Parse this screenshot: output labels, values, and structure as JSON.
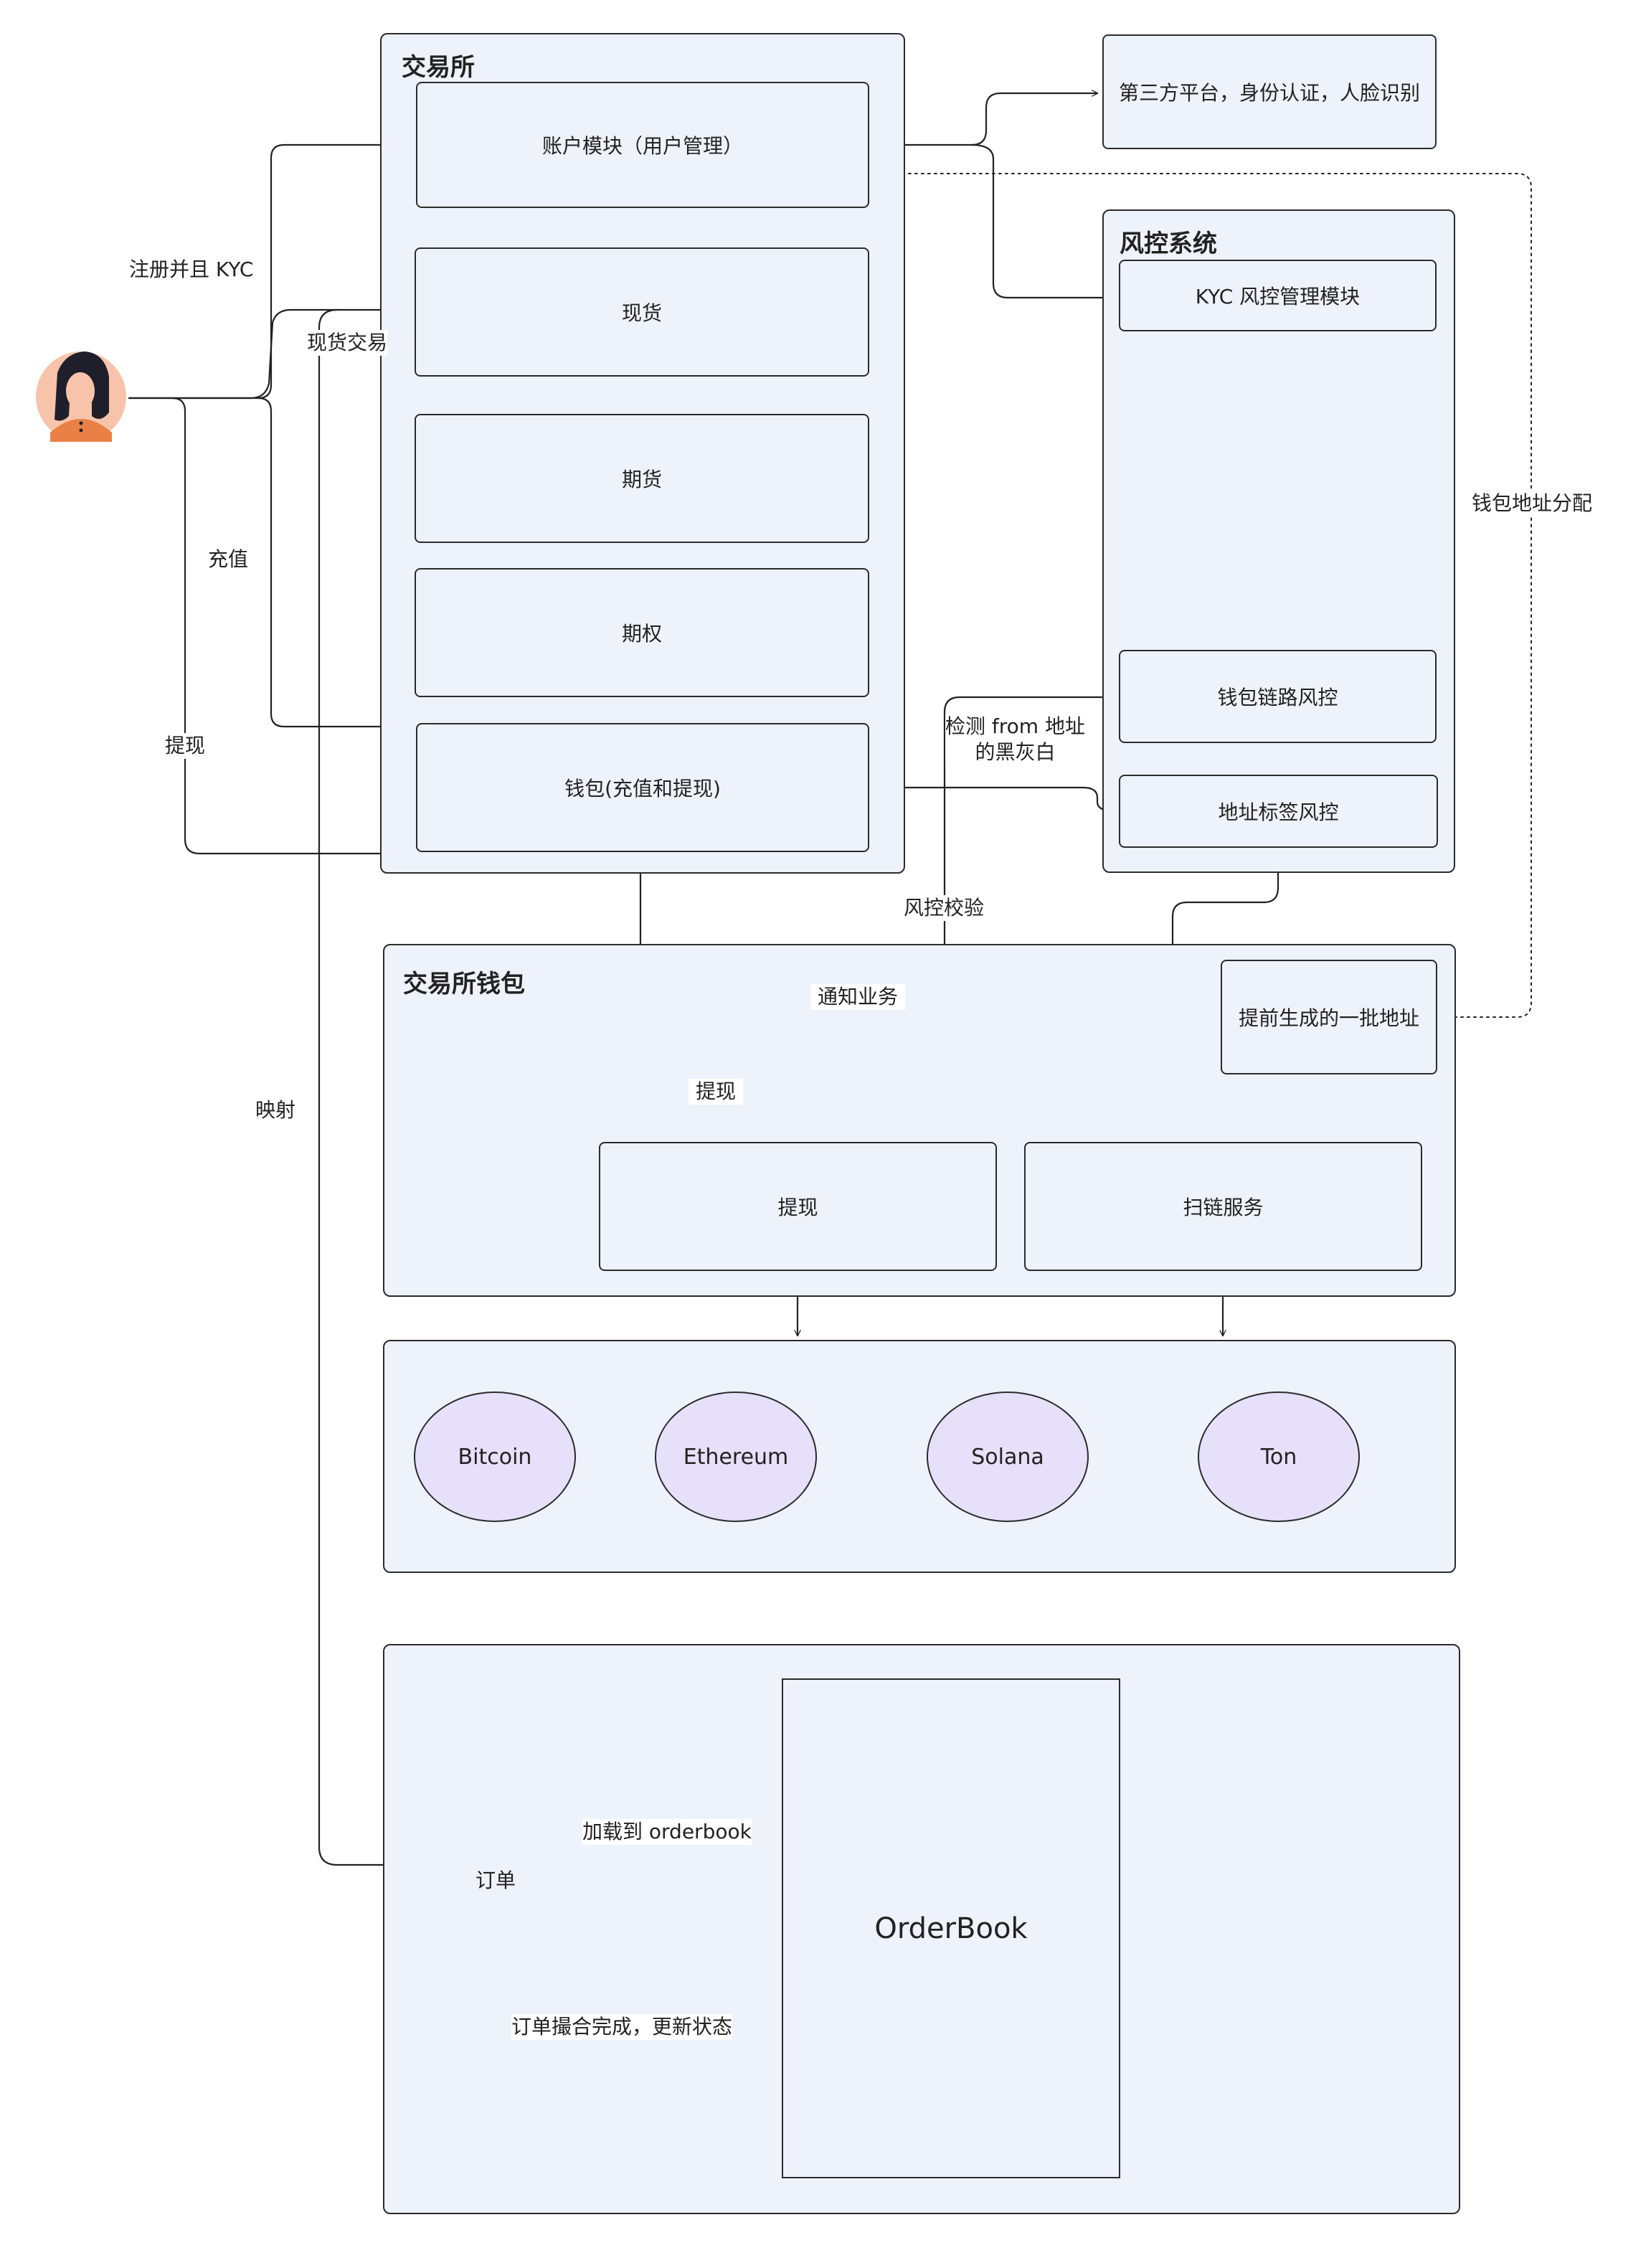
{
  "exchange": {
    "title": "交易所",
    "modules": {
      "account": "账户模块（用户管理）",
      "spot": "现货",
      "futures": "期货",
      "options": "期权",
      "wallet": "钱包(充值和提现)"
    }
  },
  "third_party": "第三方平台，身份认证，人脸识别",
  "risk": {
    "title": "风控系统",
    "kyc": "KYC 风控管理模块",
    "wallet_chain": "钱包链路风控",
    "address_tag": "地址标签风控"
  },
  "exchange_wallet": {
    "title": "交易所钱包",
    "pregenerated": "提前生成的一批地址",
    "withdraw": "提现",
    "scan": "扫链服务"
  },
  "chains": [
    "Bitcoin",
    "Ethereum",
    "Solana",
    "Ton"
  ],
  "order_area": {
    "order": "订单",
    "orderbook": "OrderBook",
    "load_label": "加载到 orderbook",
    "match_label": "订单撮合完成，更新状态"
  },
  "edge_labels": {
    "register_kyc": "注册并且 KYC",
    "spot_trade": "现货交易",
    "deposit": "充值",
    "withdraw": "提现",
    "mapping": "映射",
    "detect_from_line1": "检测 from 地址",
    "detect_from_line2": "的黑灰白",
    "risk_check": "风控校验",
    "notify": "通知业务",
    "withdraw_flow": "提现",
    "wallet_alloc": "钱包地址分配"
  },
  "colors": {
    "box_fill": "#eef2fb",
    "chain_fill": "#e6e0fa",
    "order_fill": "#dcf3e4",
    "avatar_bg": "#f7c4ab",
    "avatar_shirt": "#e98146"
  }
}
